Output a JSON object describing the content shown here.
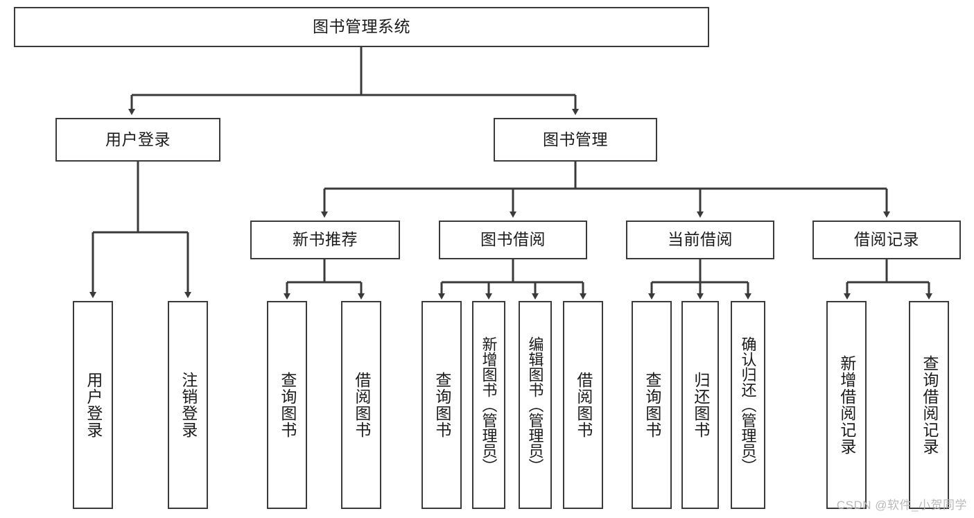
{
  "diagram": {
    "title_node": {
      "label": "图书管理系统"
    },
    "level1": [
      {
        "id": "user-login",
        "label": "用户登录"
      },
      {
        "id": "book-management",
        "label": "图书管理"
      }
    ],
    "level2": [
      {
        "id": "new-book-recommend",
        "label": "新书推荐",
        "parent": "book-management"
      },
      {
        "id": "book-borrow",
        "label": "图书借阅",
        "parent": "book-management"
      },
      {
        "id": "current-borrow",
        "label": "当前借阅",
        "parent": "book-management"
      },
      {
        "id": "borrow-record",
        "label": "借阅记录",
        "parent": "book-management"
      }
    ],
    "leaves": {
      "user-login": [
        {
          "id": "leaf-user-login",
          "label": "用户登录"
        },
        {
          "id": "leaf-logout",
          "label": "注销登录"
        }
      ],
      "new-book-recommend": [
        {
          "id": "leaf-query-book-1",
          "label": "查询图书"
        },
        {
          "id": "leaf-borrow-book-1",
          "label": "借阅图书"
        }
      ],
      "book-borrow": [
        {
          "id": "leaf-query-book-2",
          "label": "查询图书"
        },
        {
          "id": "leaf-add-book",
          "label": "新增图书（管理员）"
        },
        {
          "id": "leaf-edit-book",
          "label": "编辑图书（管理员）"
        },
        {
          "id": "leaf-borrow-book-2",
          "label": "借阅图书"
        }
      ],
      "current-borrow": [
        {
          "id": "leaf-query-book-3",
          "label": "查询图书"
        },
        {
          "id": "leaf-return-book",
          "label": "归还图书"
        },
        {
          "id": "leaf-confirm-return",
          "label": "确认归还（管理员）"
        }
      ],
      "borrow-record": [
        {
          "id": "leaf-add-record",
          "label": "新增借阅记录"
        },
        {
          "id": "leaf-query-record",
          "label": "查询借阅记录"
        }
      ]
    },
    "watermark": "CSDN @软件_小贺同学",
    "colors": {
      "box_border": "#3a3a3a",
      "connector": "#3a3a3a",
      "text": "#1b1b1b",
      "background": "#ffffff",
      "watermark": "#b9b9b9"
    }
  }
}
